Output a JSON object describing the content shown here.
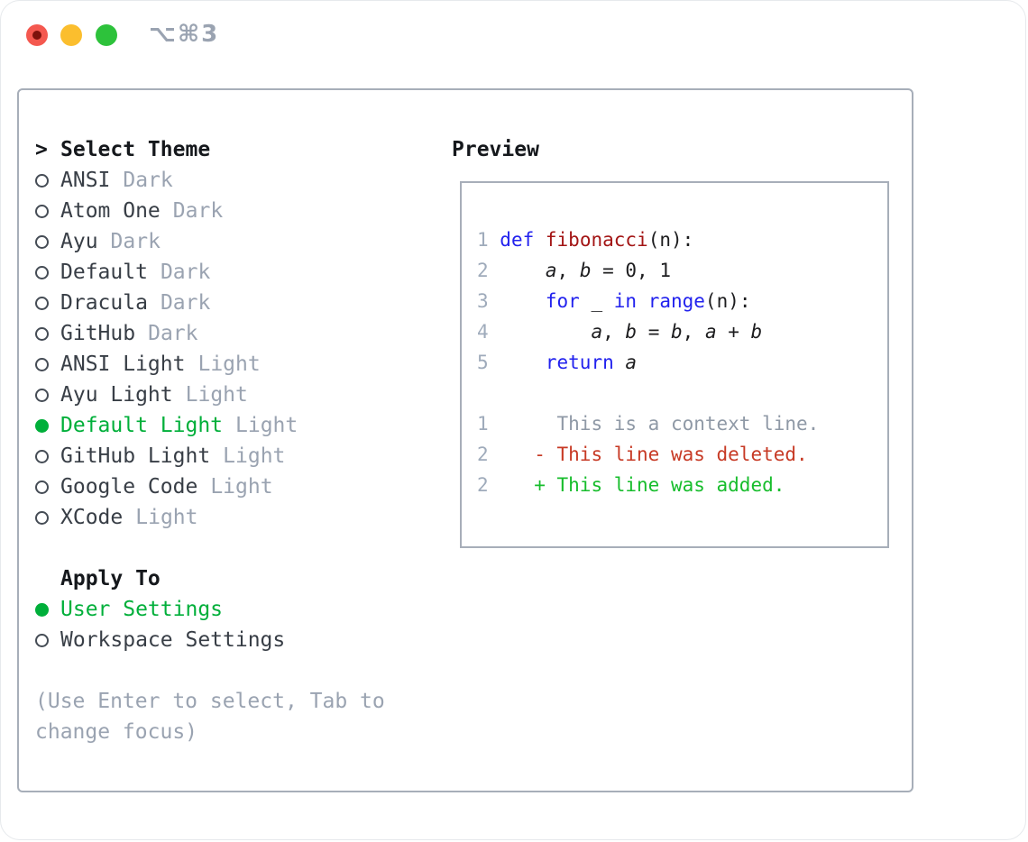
{
  "titlebar": {
    "shortcut": "⌥⌘3"
  },
  "left": {
    "caret": ">",
    "title": "Select Theme",
    "themes": [
      {
        "name": "ANSI",
        "tag": "Dark",
        "selected": false
      },
      {
        "name": "Atom One",
        "tag": "Dark",
        "selected": false
      },
      {
        "name": "Ayu",
        "tag": "Dark",
        "selected": false
      },
      {
        "name": "Default",
        "tag": "Dark",
        "selected": false
      },
      {
        "name": "Dracula",
        "tag": "Dark",
        "selected": false
      },
      {
        "name": "GitHub",
        "tag": "Dark",
        "selected": false
      },
      {
        "name": "ANSI Light",
        "tag": "Light",
        "selected": false
      },
      {
        "name": "Ayu Light",
        "tag": "Light",
        "selected": false
      },
      {
        "name": "Default Light",
        "tag": "Light",
        "selected": true
      },
      {
        "name": "GitHub Light",
        "tag": "Light",
        "selected": false
      },
      {
        "name": "Google Code",
        "tag": "Light",
        "selected": false
      },
      {
        "name": "XCode",
        "tag": "Light",
        "selected": false
      }
    ],
    "apply_title": "Apply To",
    "apply_options": [
      {
        "name": "User Settings",
        "selected": true
      },
      {
        "name": "Workspace Settings",
        "selected": false
      }
    ],
    "hint": "(Use Enter to select, Tab to change focus)"
  },
  "preview": {
    "title": "Preview",
    "lines": [
      {
        "tokens": [
          [
            "ln",
            "1 "
          ],
          [
            "kw",
            "def"
          ],
          [
            "pl",
            " "
          ],
          [
            "fn",
            "fibonacci"
          ],
          [
            "pl",
            "(n):"
          ]
        ]
      },
      {
        "tokens": [
          [
            "ln",
            "2 "
          ],
          [
            "pl",
            "    "
          ],
          [
            "var",
            "a"
          ],
          [
            "pl",
            ", "
          ],
          [
            "var",
            "b"
          ],
          [
            "pl",
            " = 0, 1"
          ]
        ]
      },
      {
        "tokens": [
          [
            "ln",
            "3 "
          ],
          [
            "pl",
            "    "
          ],
          [
            "kw",
            "for"
          ],
          [
            "pl",
            " _ "
          ],
          [
            "kw",
            "in"
          ],
          [
            "pl",
            " "
          ],
          [
            "kw",
            "range"
          ],
          [
            "pl",
            "(n):"
          ]
        ]
      },
      {
        "tokens": [
          [
            "ln",
            "4 "
          ],
          [
            "pl",
            "        "
          ],
          [
            "var",
            "a"
          ],
          [
            "pl",
            ", "
          ],
          [
            "var",
            "b"
          ],
          [
            "pl",
            " = "
          ],
          [
            "var",
            "b"
          ],
          [
            "pl",
            ", "
          ],
          [
            "var",
            "a"
          ],
          [
            "pl",
            " + "
          ],
          [
            "var",
            "b"
          ]
        ]
      },
      {
        "tokens": [
          [
            "ln",
            "5 "
          ],
          [
            "pl",
            "    "
          ],
          [
            "kw",
            "return"
          ],
          [
            "pl",
            " "
          ],
          [
            "var",
            "a"
          ]
        ]
      },
      {
        "tokens": []
      },
      {
        "tokens": [
          [
            "ln",
            "1"
          ],
          [
            "ctx",
            "      This is a context line."
          ]
        ]
      },
      {
        "tokens": [
          [
            "ln",
            "2"
          ],
          [
            "del",
            "    - This line was deleted."
          ]
        ]
      },
      {
        "tokens": [
          [
            "ln",
            "2"
          ],
          [
            "add",
            "    + This line was added."
          ]
        ]
      }
    ]
  },
  "colors": {
    "selected_green": "#00af3a",
    "added_green": "#17bd2c",
    "deleted_red": "#c73a25",
    "keyword_blue": "#2222ee",
    "function_red": "#a31515",
    "heading_dark": "#15181c",
    "text_dark": "#383e46",
    "code_text": "#1d1d1f",
    "muted_gray": "#9aa3b1",
    "line_number_gray": "#9fabbb",
    "context_gray": "#8f99a6",
    "border_gray": "#a7aeb9",
    "traffic_red": "#f4584f",
    "traffic_red_dot": "#7d120c",
    "traffic_yellow": "#fbbe2e",
    "traffic_green": "#2dc23b"
  }
}
